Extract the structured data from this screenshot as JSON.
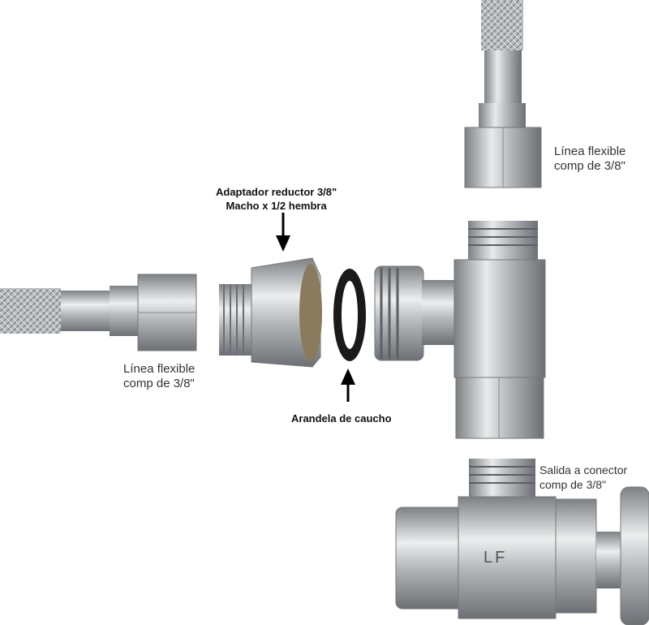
{
  "labels": {
    "top_hose_line1": "Línea flexible",
    "top_hose_line2": "comp de 3/8\"",
    "adapter_line1": "Adaptador reductor 3/8\"",
    "adapter_line2": "Macho x 1/2 hembra",
    "left_hose_line1": "Línea flexible",
    "left_hose_line2": "comp de 3/8\"",
    "washer": "Arandela de caucho",
    "outlet_line1": "Salida a conector",
    "outlet_line2": "comp de 3/8\"",
    "valve_mark": "LF"
  }
}
